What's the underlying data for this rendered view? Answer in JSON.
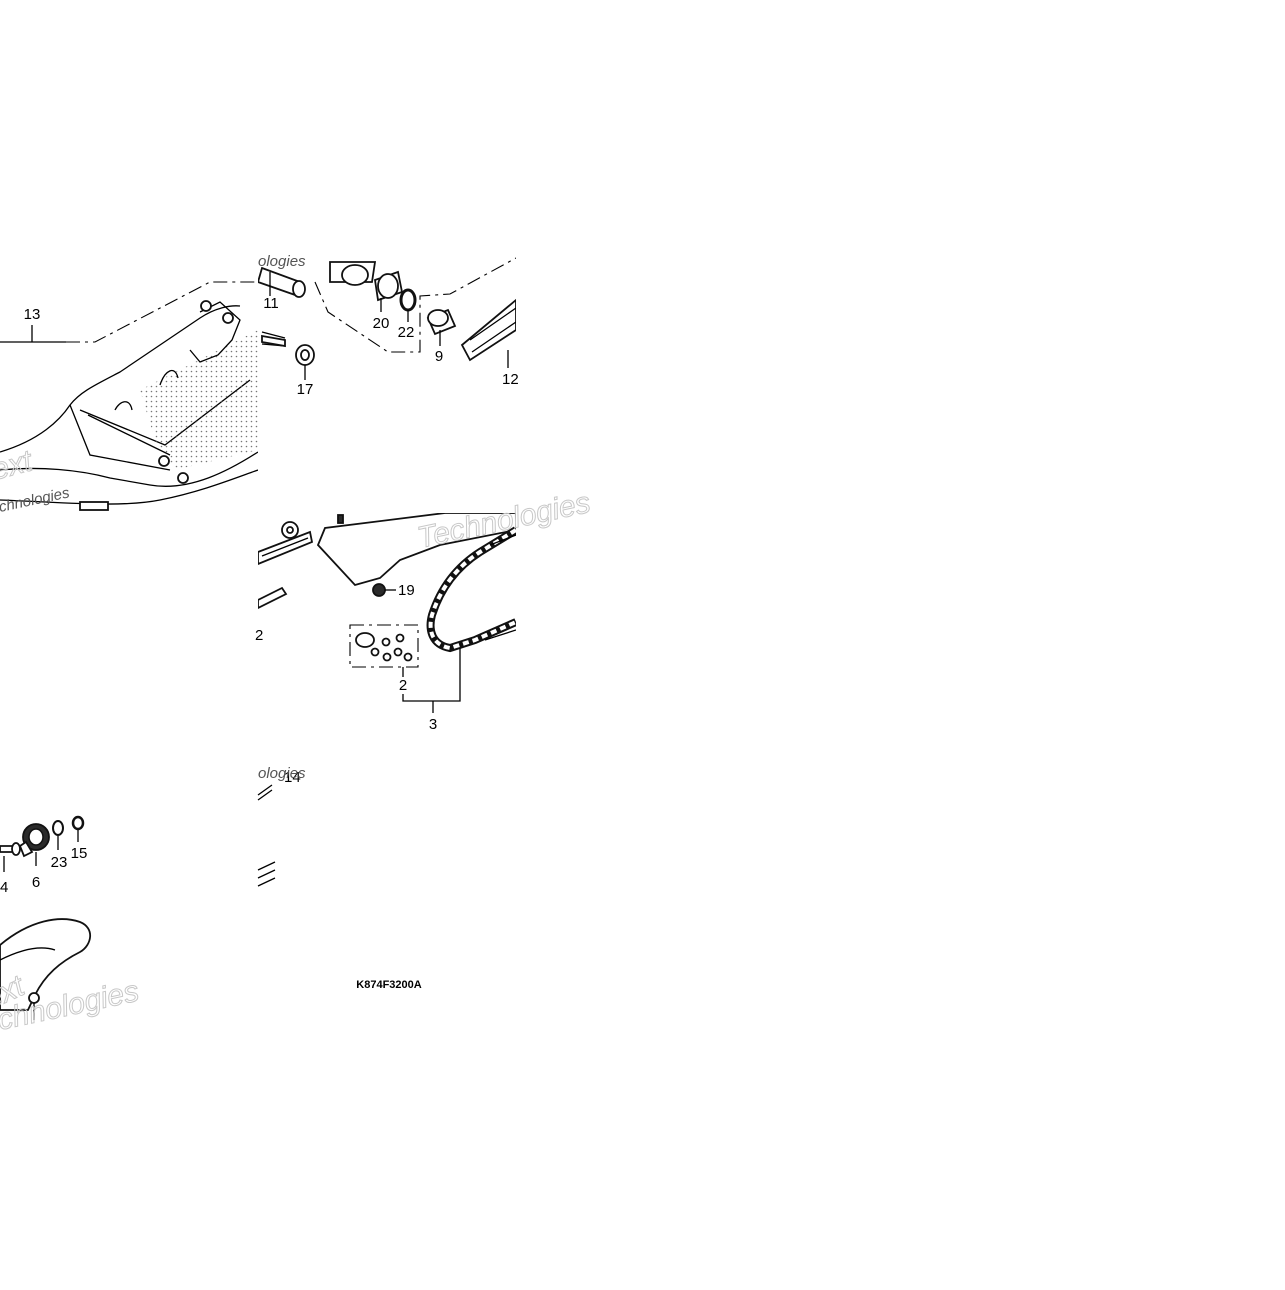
{
  "diagram": {
    "code": "K874F3200A",
    "watermark": {
      "brand": "Technologies",
      "fragments": [
        "ext",
        "chnologies",
        "ologies"
      ]
    },
    "callouts": [
      {
        "id": "c13",
        "text": "13"
      },
      {
        "id": "c11",
        "text": "11"
      },
      {
        "id": "c17",
        "text": "17"
      },
      {
        "id": "c20",
        "text": "20"
      },
      {
        "id": "c22",
        "text": "22"
      },
      {
        "id": "c9",
        "text": "9"
      },
      {
        "id": "c12",
        "text": "12"
      },
      {
        "id": "c19",
        "text": "19"
      },
      {
        "id": "c2a",
        "text": "2"
      },
      {
        "id": "c2b",
        "text": "2"
      },
      {
        "id": "c3",
        "text": "3"
      },
      {
        "id": "c14",
        "text": "14"
      },
      {
        "id": "c4",
        "text": "4"
      },
      {
        "id": "c6",
        "text": "6"
      },
      {
        "id": "c23",
        "text": "23"
      },
      {
        "id": "c15",
        "text": "15"
      }
    ]
  }
}
